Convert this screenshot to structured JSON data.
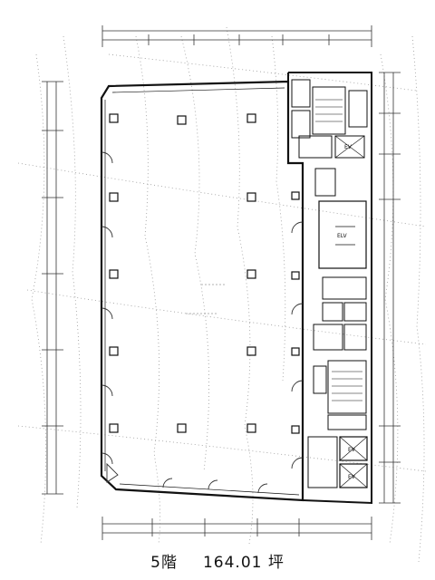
{
  "floor_plan": {
    "floor_label": "5階",
    "area_value": "164.01",
    "area_unit": "坪",
    "core_labels": {
      "elevator": "EV",
      "stairs": "ELV"
    }
  }
}
